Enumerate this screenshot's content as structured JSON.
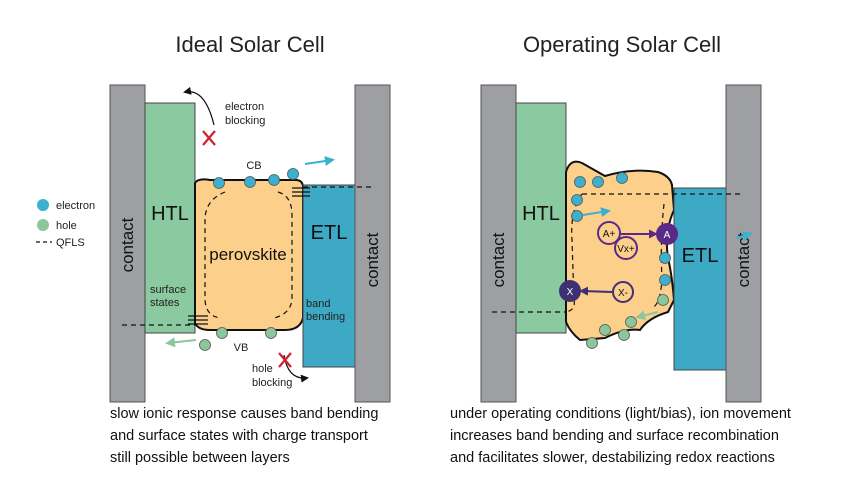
{
  "titles": {
    "left": "Ideal Solar Cell",
    "right": "Operating Solar Cell"
  },
  "legend": {
    "electron": "electron",
    "hole": "hole",
    "qfls": "QFLS"
  },
  "layers": {
    "htl": "HTL",
    "etl": "ETL",
    "contact": "contact",
    "perovskite": "perovskite"
  },
  "labels": {
    "cb": "CB",
    "vb": "VB",
    "electron_blocking": [
      "electron",
      "blocking"
    ],
    "hole_blocking": [
      "hole",
      "blocking"
    ],
    "surface_states": [
      "surface",
      "states"
    ],
    "band_bending": [
      "band",
      "bending"
    ]
  },
  "ions": {
    "a_plus": "A+",
    "vx_plus": "Vx+",
    "a": "A",
    "x_minus": "X-",
    "x": "X"
  },
  "captions": {
    "left": [
      "slow ionic response causes band bending",
      "and surface states with charge transport",
      "still possible between layers"
    ],
    "right": [
      "under operating conditions (light/bias), ion movement",
      "increases band bending and surface recombination",
      "and facilitates slower, destabilizing redox reactions"
    ]
  },
  "colors": {
    "contact": "#9d9fa2",
    "htl": "#8bc9a0",
    "etl": "#3ea9c5",
    "perovskite": "#fcd08b",
    "electron": "#3bb0cf",
    "hole": "#8cc79c",
    "blocking_x": "#d0202e",
    "ion": "#5b2a86",
    "ion_dark": "#3f2f73"
  }
}
